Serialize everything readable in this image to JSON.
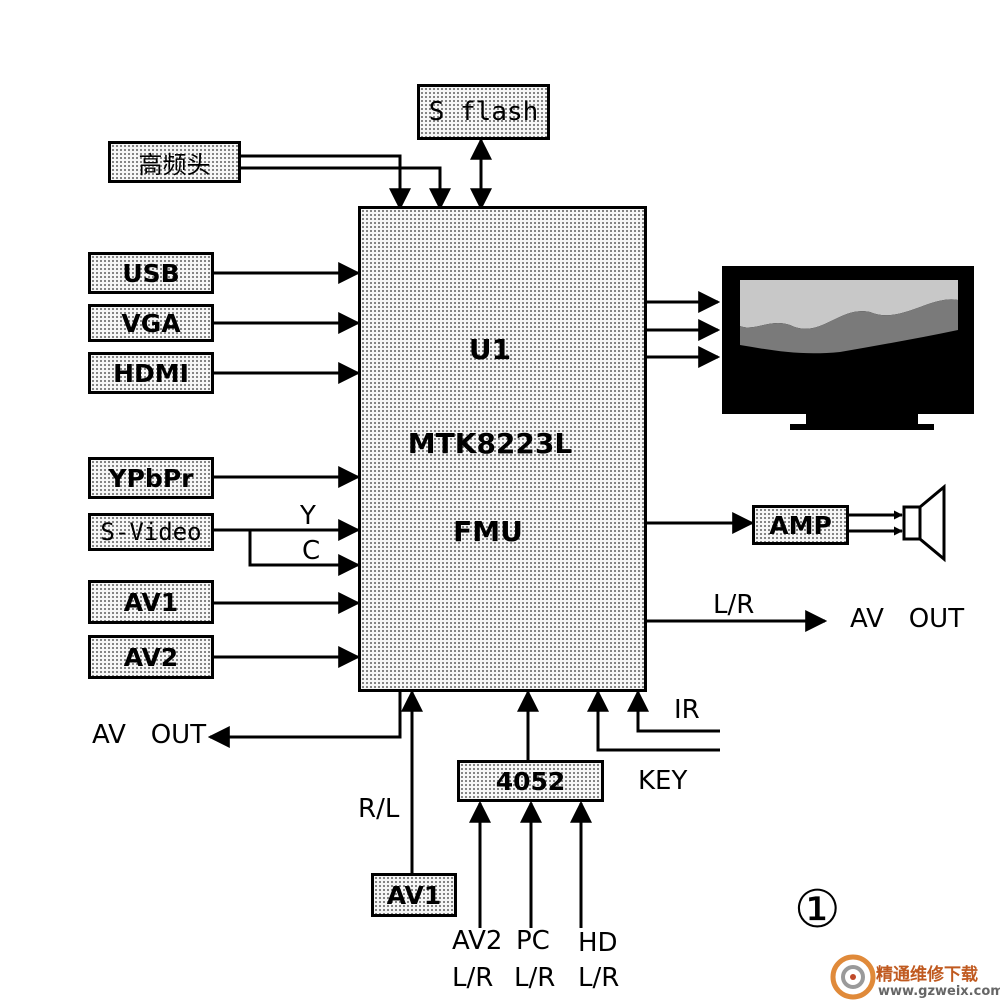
{
  "chip": {
    "line1": "U1",
    "line2": "MTK8223L",
    "line3": "FMU"
  },
  "inputs": {
    "tuner": "高频头",
    "sflash": "S flash",
    "usb": "USB",
    "vga": "VGA",
    "hdmi": "HDMI",
    "ypbpr": "YPbPr",
    "svideo": "S-Video",
    "av1": "AV1",
    "av2": "AV2"
  },
  "signals": {
    "y": "Y",
    "c": "C",
    "lr": "L/R",
    "rl": "R/L",
    "ir": "IR",
    "key": "KEY"
  },
  "outputs": {
    "amp": "AMP",
    "av_out_right": "AV   OUT",
    "av_out_left": "AV   OUT"
  },
  "bottom": {
    "switch": "4052",
    "av1_bottom": "AV1",
    "av2": "AV2",
    "pc": "PC",
    "hd": "HD",
    "lr": "L/R"
  },
  "figure_number": "①",
  "watermark": {
    "brand": "精通维修下载",
    "url": "www.gzweix.com"
  }
}
